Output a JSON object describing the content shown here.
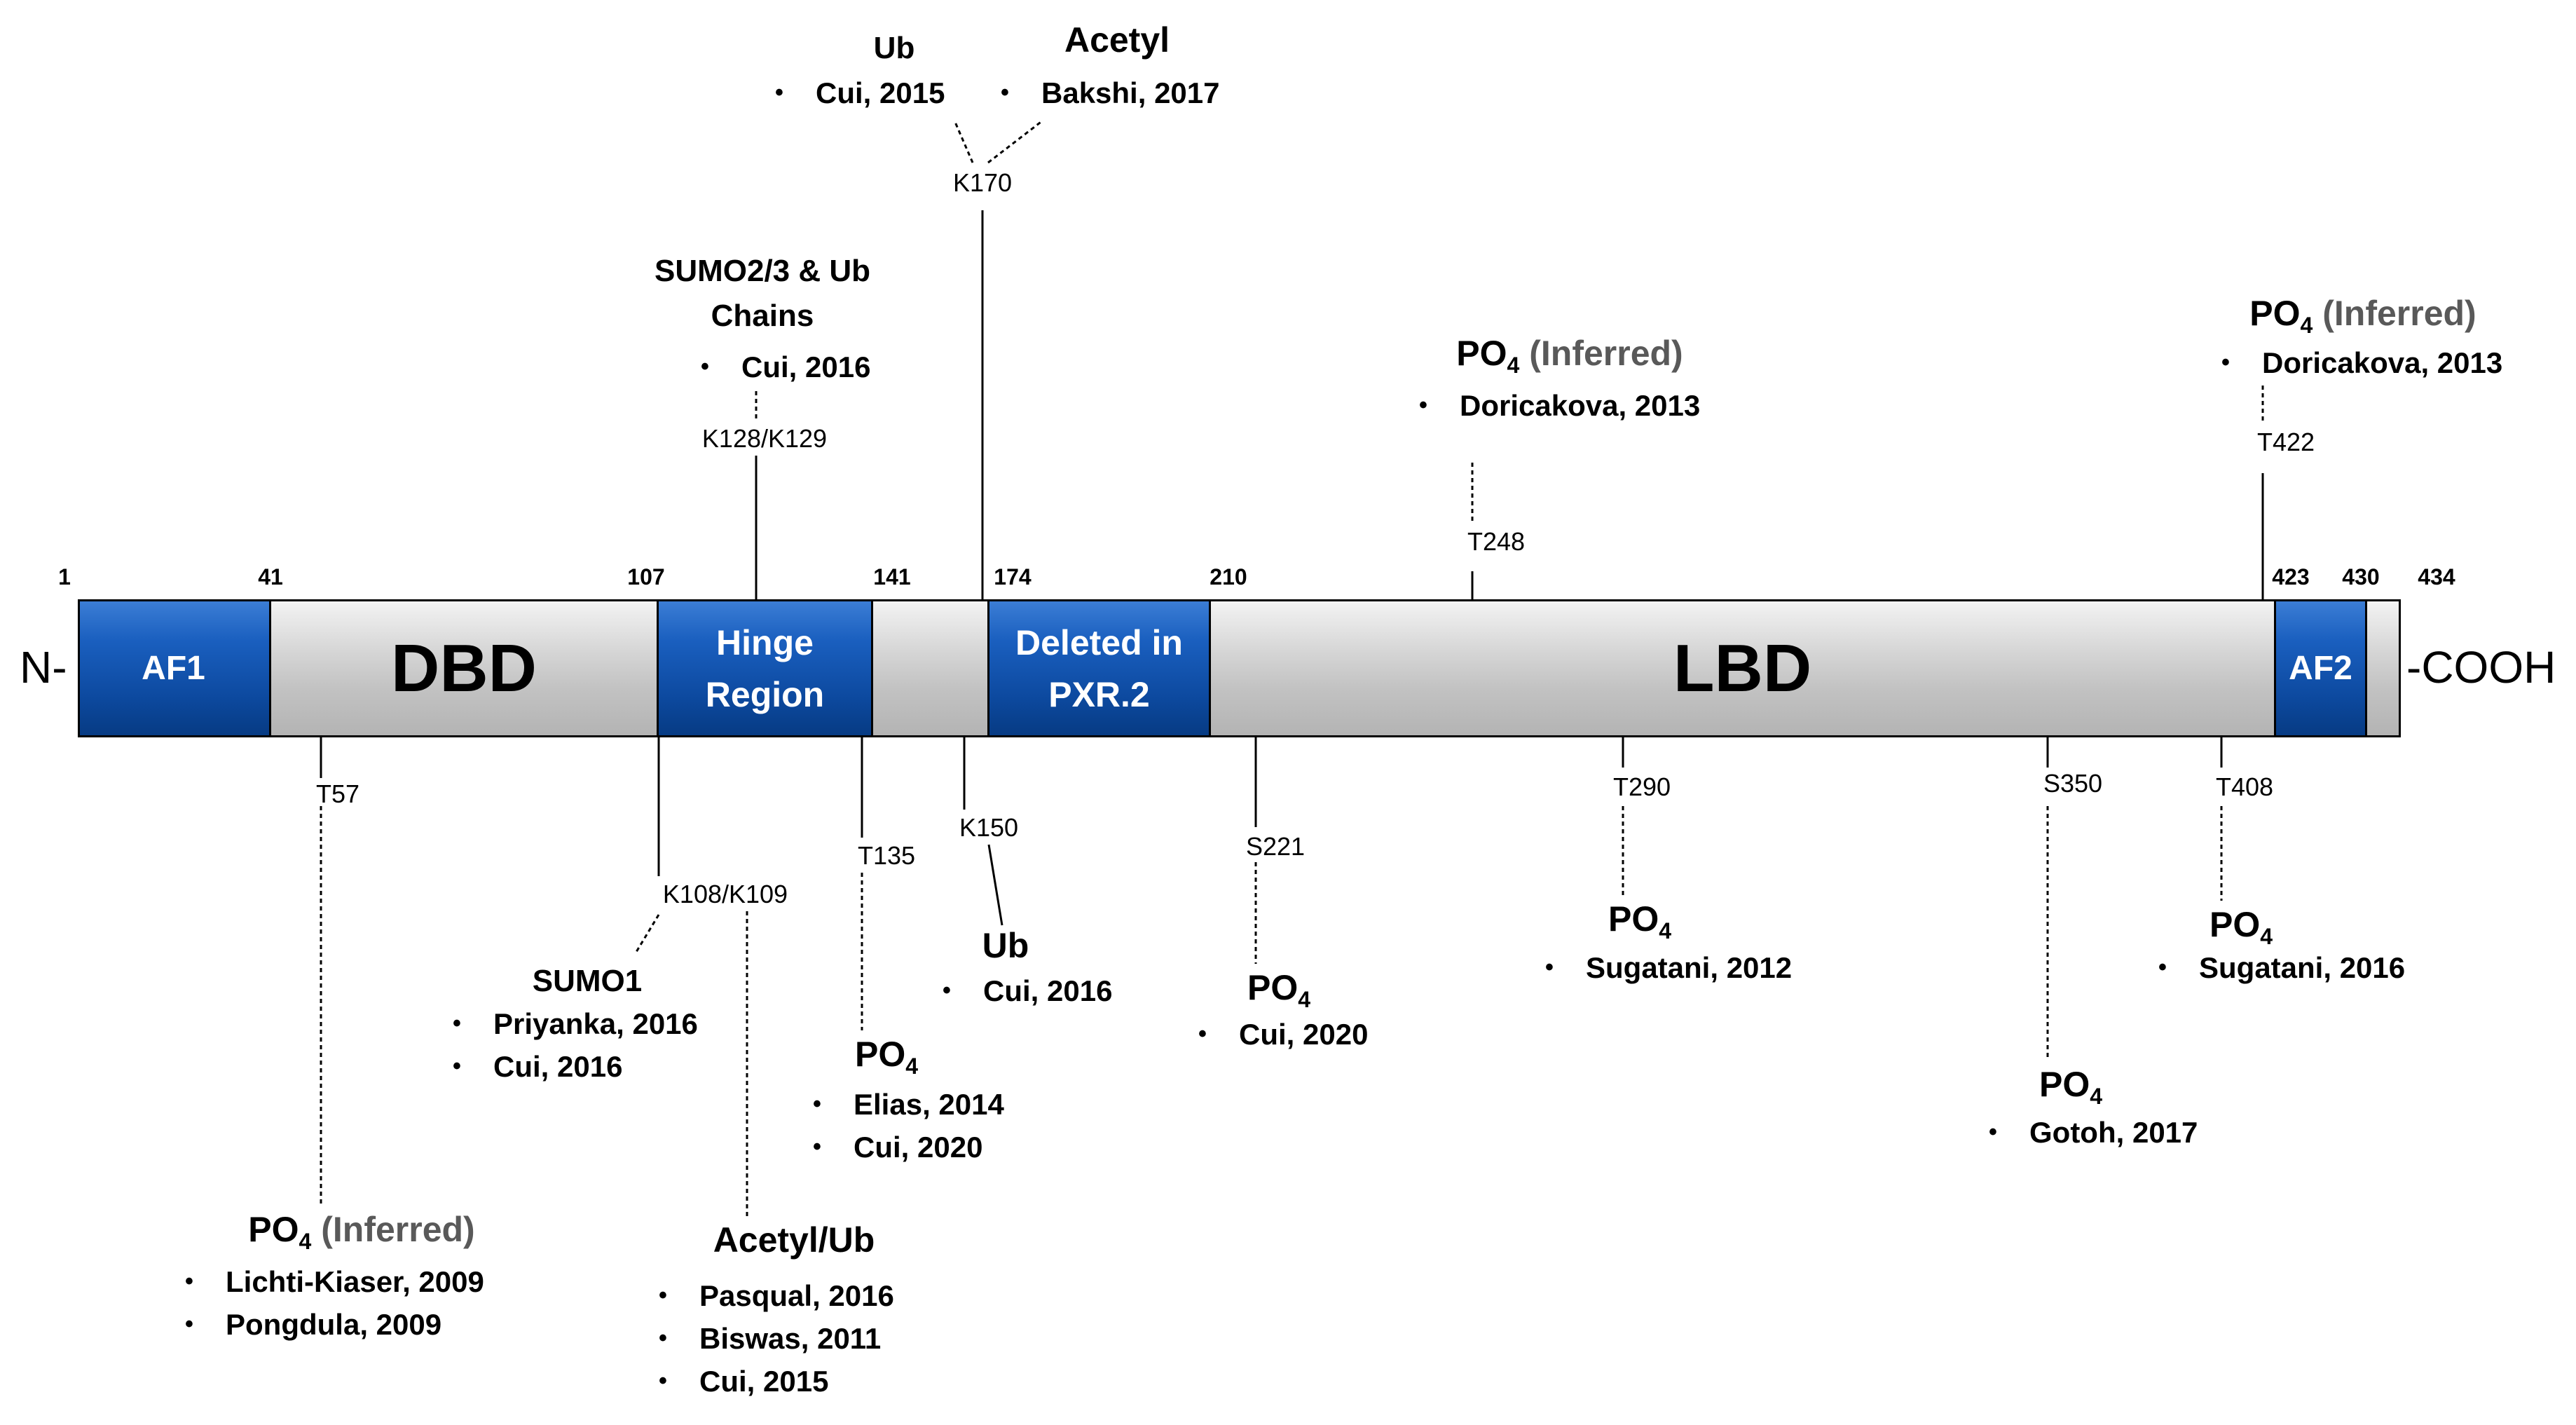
{
  "terminals": {
    "n": "N-",
    "c": "-COOH"
  },
  "residue_numbers": [
    "1",
    "41",
    "107",
    "141",
    "174",
    "210",
    "423",
    "430",
    "434"
  ],
  "domains": [
    {
      "label": "AF1",
      "color": "blue"
    },
    {
      "label": "DBD",
      "color": "grey"
    },
    {
      "label": "Hinge\nRegion",
      "color": "blue"
    },
    {
      "label": "",
      "color": "grey"
    },
    {
      "label": "Deleted in\nPXR.2",
      "color": "blue"
    },
    {
      "label": "LBD",
      "color": "grey"
    },
    {
      "label": "AF2",
      "color": "blue"
    },
    {
      "label": "",
      "color": "grey"
    }
  ],
  "sites": {
    "t57": "T57",
    "k108": "K108/K109",
    "t135": "T135",
    "k150": "K150",
    "s221": "S221",
    "t290": "T290",
    "s350": "S350",
    "t408": "T408",
    "k128": "K128/K129",
    "k170": "K170",
    "t248": "T248",
    "t422": "T422"
  },
  "modifications": {
    "k170_ub": {
      "head": "Ub",
      "refs": [
        "Cui, 2015"
      ]
    },
    "k170_acetyl": {
      "head": "Acetyl",
      "refs": [
        "Bakshi, 2017"
      ]
    },
    "k128": {
      "head": "SUMO2/3 & Ub\nChains",
      "refs": [
        "Cui, 2016"
      ]
    },
    "t248": {
      "head": "PO",
      "sub": "4",
      "inferred": "(Inferred)",
      "refs": [
        "Doricakova, 2013"
      ]
    },
    "t422": {
      "head": "PO",
      "sub": "4",
      "inferred": "(Inferred)",
      "refs": [
        "Doricakova, 2013"
      ]
    },
    "t57": {
      "head": "PO",
      "sub": "4",
      "inferred": "(Inferred)",
      "refs": [
        "Lichti-Kiaser, 2009",
        "Pongdula, 2009"
      ]
    },
    "k108_sumo": {
      "head": "SUMO1",
      "refs": [
        "Priyanka, 2016",
        "Cui, 2016"
      ]
    },
    "k108_acetyl": {
      "head": "Acetyl/Ub",
      "refs": [
        "Pasqual, 2016",
        "Biswas, 2011",
        "Cui, 2015"
      ]
    },
    "t135": {
      "head": "PO",
      "sub": "4",
      "refs": [
        "Elias, 2014",
        "Cui, 2020"
      ]
    },
    "k150": {
      "head": "Ub",
      "refs": [
        "Cui, 2016"
      ]
    },
    "s221": {
      "head": "PO",
      "sub": "4",
      "refs": [
        "Cui, 2020"
      ]
    },
    "t290": {
      "head": "PO",
      "sub": "4",
      "refs": [
        "Sugatani, 2012"
      ]
    },
    "s350": {
      "head": "PO",
      "sub": "4",
      "refs": [
        "Gotoh, 2017"
      ]
    },
    "t408": {
      "head": "PO",
      "sub": "4",
      "refs": [
        "Sugatani, 2016"
      ]
    }
  }
}
